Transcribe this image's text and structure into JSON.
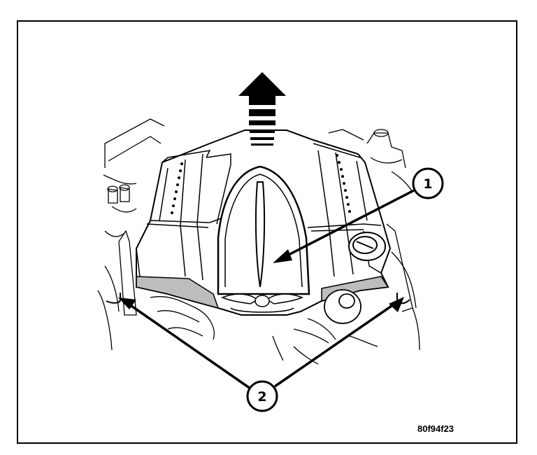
{
  "figure": {
    "callouts": [
      {
        "number": "1",
        "target": "engine-cover-center"
      },
      {
        "number": "2",
        "target": "cover-mount-clips"
      }
    ],
    "image_code": "80f94f23",
    "removal_direction": "up",
    "colors": {
      "ink": "#000000",
      "paper": "#ffffff"
    }
  }
}
